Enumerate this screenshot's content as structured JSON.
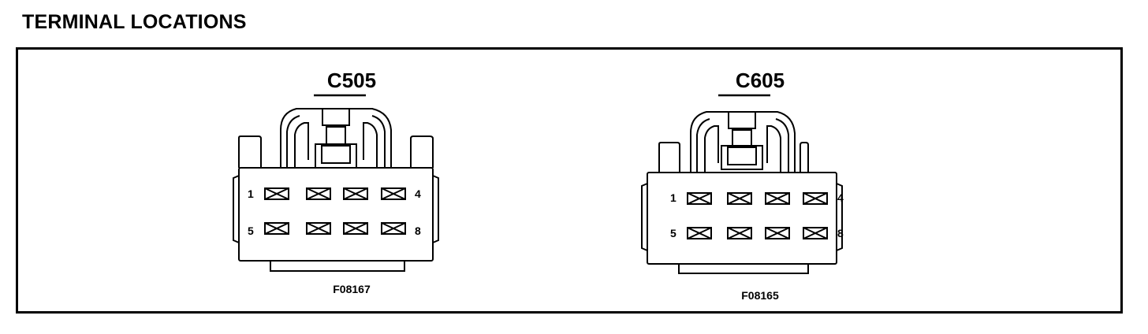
{
  "page": {
    "title": "TERMINAL LOCATIONS"
  },
  "connectors": [
    {
      "id": "C505",
      "figure_code": "F08167",
      "pin_labels": {
        "top_left": "1",
        "top_right": "4",
        "bottom_left": "5",
        "bottom_right": "8"
      },
      "cavities": 8
    },
    {
      "id": "C605",
      "figure_code": "F08165",
      "pin_labels": {
        "top_left": "1",
        "top_right": "4",
        "bottom_left": "5",
        "bottom_right": "8"
      },
      "cavities": 8
    }
  ]
}
